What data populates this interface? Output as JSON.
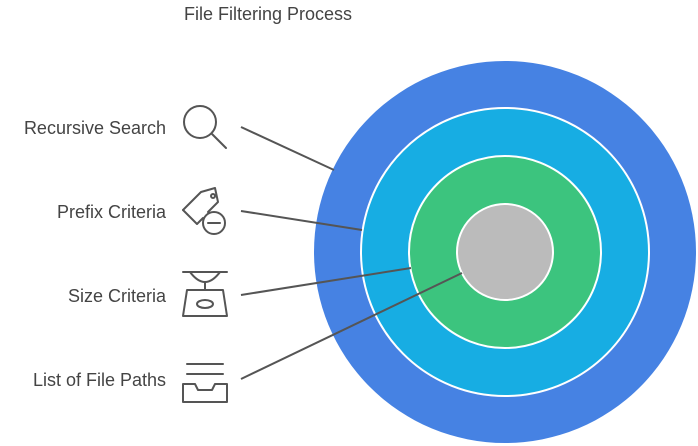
{
  "title": "File Filtering Process",
  "colors": {
    "ring_outer": "#4682e3",
    "ring_second": "#17ade3",
    "ring_third": "#3cc47e",
    "ring_core": "#bbbbbb",
    "ring_border": "#ffffff"
  },
  "layers": [
    {
      "label": "Recursive Search",
      "icon": "magnifier-icon"
    },
    {
      "label": "Prefix Criteria",
      "icon": "tag-minus-icon"
    },
    {
      "label": "Size Criteria",
      "icon": "scale-icon"
    },
    {
      "label": "List of File Paths",
      "icon": "inbox-tray-icon"
    }
  ]
}
